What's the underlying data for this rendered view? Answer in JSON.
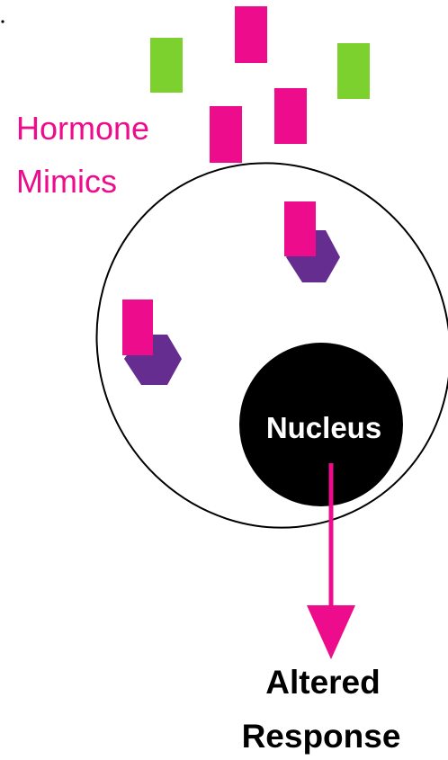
{
  "labels": {
    "hormone_mimics_line1": "Hormone",
    "hormone_mimics_line2": "Mimics",
    "nucleus": "Nucleus",
    "response_line1": "Altered",
    "response_line2": "Response"
  },
  "colors": {
    "mimic": "#ec0c8c",
    "hormone": "#7dd12f",
    "receptor": "#662d91",
    "nucleus": "#000000",
    "nucleus_text": "#ffffff",
    "arrow": "#ec0c8c",
    "cell_outline": "#000000",
    "text": "#000000"
  }
}
